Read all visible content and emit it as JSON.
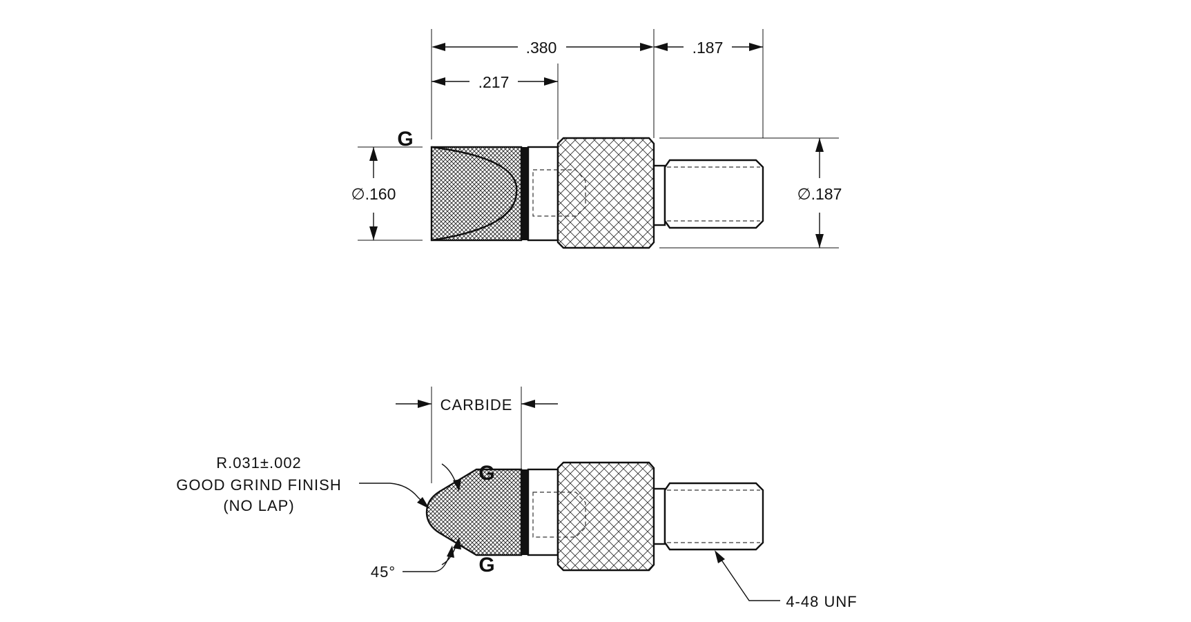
{
  "dimensions": {
    "overall_length": ".380",
    "carbide_length": ".217",
    "thread_length": ".187",
    "tip_diameter": "∅.160",
    "body_diameter": "∅.187"
  },
  "grind_marks": [
    "G",
    "G",
    "G"
  ],
  "notes": {
    "carbide": "CARBIDE",
    "radius_line1": "R.031±.002",
    "radius_line2": "GOOD GRIND FINISH",
    "radius_line3": "(NO LAP)",
    "angle": "45°",
    "thread": "4-48 UNF"
  },
  "colors": {
    "line": "#111111",
    "background": "#ffffff"
  }
}
